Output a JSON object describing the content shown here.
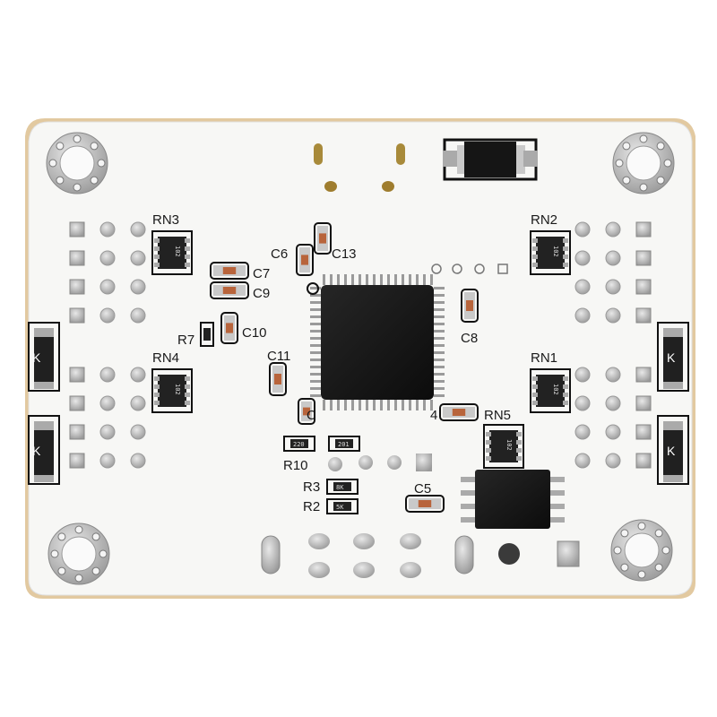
{
  "board": {
    "labels": {
      "rn1": "RN1",
      "rn2": "RN2",
      "rn3": "RN3",
      "rn4": "RN4",
      "rn5": "RN5",
      "c5": "C5",
      "c6": "C6",
      "c7": "C7",
      "c8": "C8",
      "c9": "C9",
      "c10": "C10",
      "c11": "C11",
      "c13": "C13",
      "r2": "R2",
      "r3": "R3",
      "r7": "R7",
      "r10": "R10",
      "k": "K",
      "c_stub": "C",
      "four": "4"
    },
    "part_marks": {
      "rn_code": "102",
      "r10_code": "220",
      "r_small": "201",
      "r3_code": "8K",
      "r2_code": "5K"
    },
    "colors": {
      "pcb": "#f7f7f5",
      "edge": "#e2c9a0",
      "ic": "#151515",
      "pad": "#bdbdbd",
      "cap": "#b8643b"
    }
  }
}
